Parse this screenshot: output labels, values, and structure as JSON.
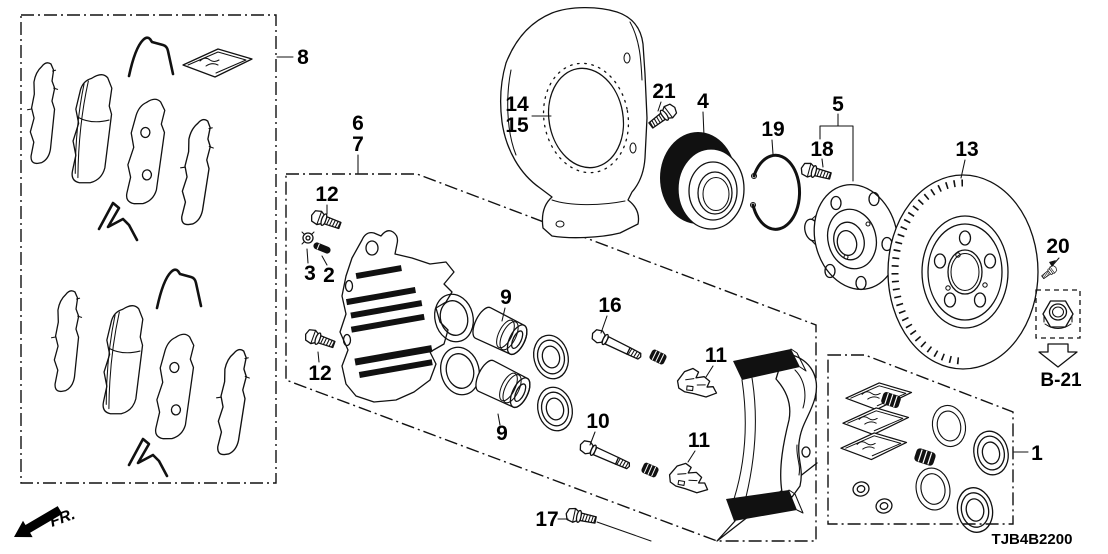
{
  "diagram": {
    "drawing_code": "TJB4B2200",
    "direction_indicator": "FR.",
    "cross_reference": "B-21",
    "callouts": {
      "pad_set": "8",
      "caliper_assy": "6",
      "caliper_sub_assy": "7",
      "flange_bolt_upper": "12",
      "flange_bolt_lower": "12",
      "bleeder_screw": "3",
      "pin": "2",
      "piston_upper": "9",
      "piston_lower": "9",
      "slide_pin_upper": "16",
      "slide_pin_lower": "10",
      "retainer_upper": "11",
      "retainer_lower": "11",
      "bracket_bolt": "17",
      "splash_guard_a": "14",
      "splash_guard_b": "15",
      "guard_screw": "21",
      "wheel_bearing": "4",
      "snap_ring": "19",
      "hub_bolt": "18",
      "hub_assy": "5",
      "brake_disc": "13",
      "spindle_screw": "20",
      "seal_kit": "1"
    }
  }
}
